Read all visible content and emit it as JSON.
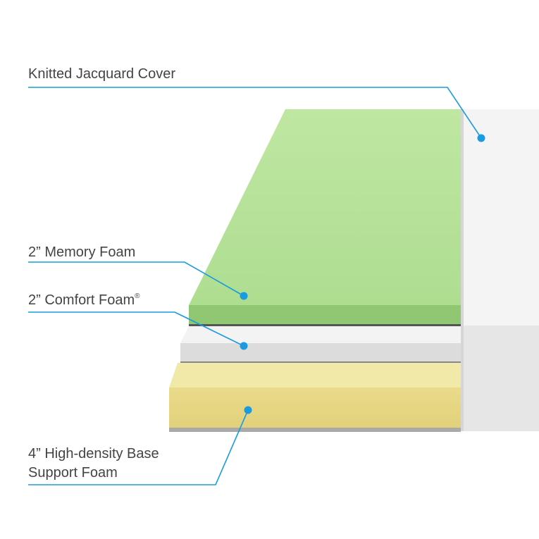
{
  "labels": {
    "cover": "Knitted Jacquard Cover",
    "memory": "2” Memory Foam",
    "comfort": "2” Comfort Foam",
    "comfort_mark": "®",
    "base_line1": "4” High-density Base",
    "base_line2": "Support Foam"
  },
  "colors": {
    "accent": "#1a9be0",
    "text": "#444444",
    "memory_foam": "#a8d98a",
    "comfort_foam": "#e8e8e8",
    "base_foam": "#ece29a",
    "cover": "#f2f2f2"
  }
}
